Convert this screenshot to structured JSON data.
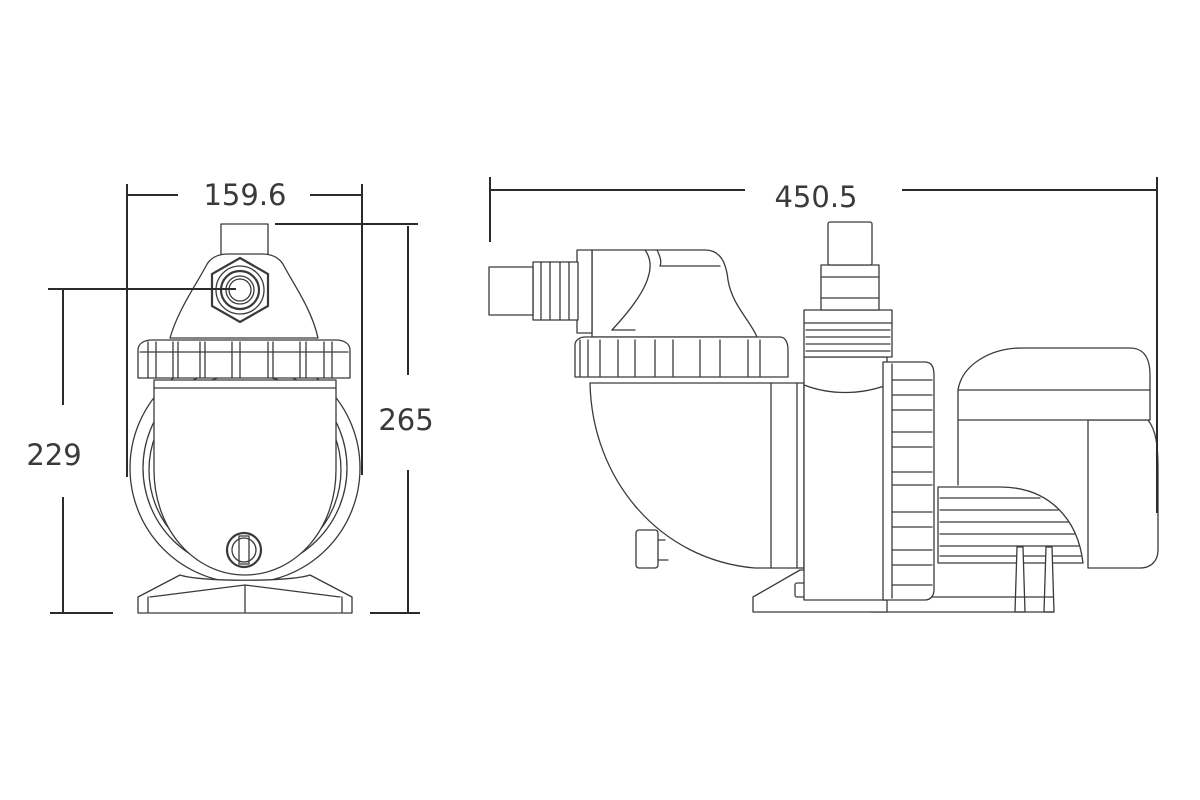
{
  "dimensions": {
    "front_width": "159.6",
    "front_height_total": "265",
    "front_height_inlet": "229",
    "side_length": "450.5"
  },
  "colors": {
    "line": "#3a3a3a",
    "background": "#ffffff"
  }
}
